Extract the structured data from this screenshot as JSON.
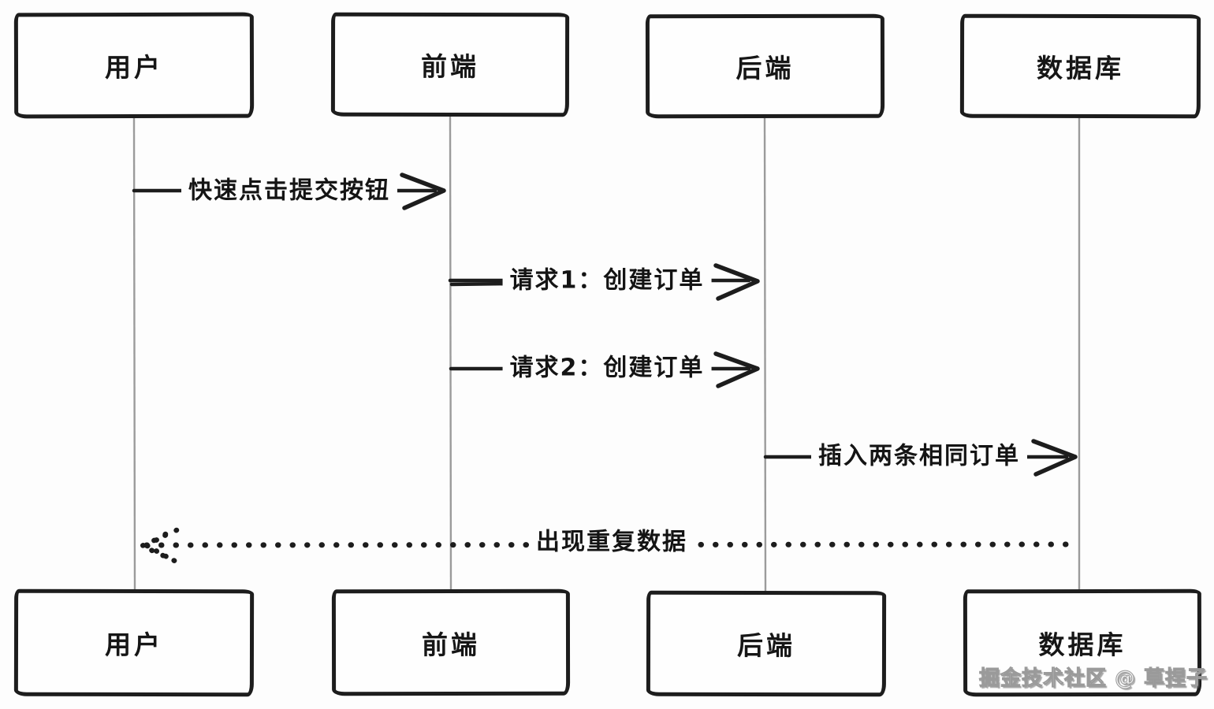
{
  "diagram": {
    "type": "sequence-diagram",
    "style": "hand-drawn",
    "colors": {
      "stroke": "#1d1d1d",
      "lifeline": "#9b9b9b",
      "background": "#fdfdfd"
    },
    "actors": [
      {
        "id": "user",
        "label": "用户"
      },
      {
        "id": "frontend",
        "label": "前端"
      },
      {
        "id": "backend",
        "label": "后端"
      },
      {
        "id": "database",
        "label": "数据库"
      }
    ],
    "messages": [
      {
        "from": "user",
        "to": "frontend",
        "label": "快速点击提交按钮",
        "line": "solid"
      },
      {
        "from": "frontend",
        "to": "backend",
        "label": "请求1：创建订单",
        "line": "solid"
      },
      {
        "from": "frontend",
        "to": "backend",
        "label": "请求2：创建订单",
        "line": "solid"
      },
      {
        "from": "backend",
        "to": "database",
        "label": "插入两条相同订单",
        "line": "solid"
      },
      {
        "from": "database",
        "to": "user",
        "label": "出现重复数据",
        "line": "dotted"
      }
    ],
    "watermark": "掘金技术社区 @ 草捏子"
  }
}
